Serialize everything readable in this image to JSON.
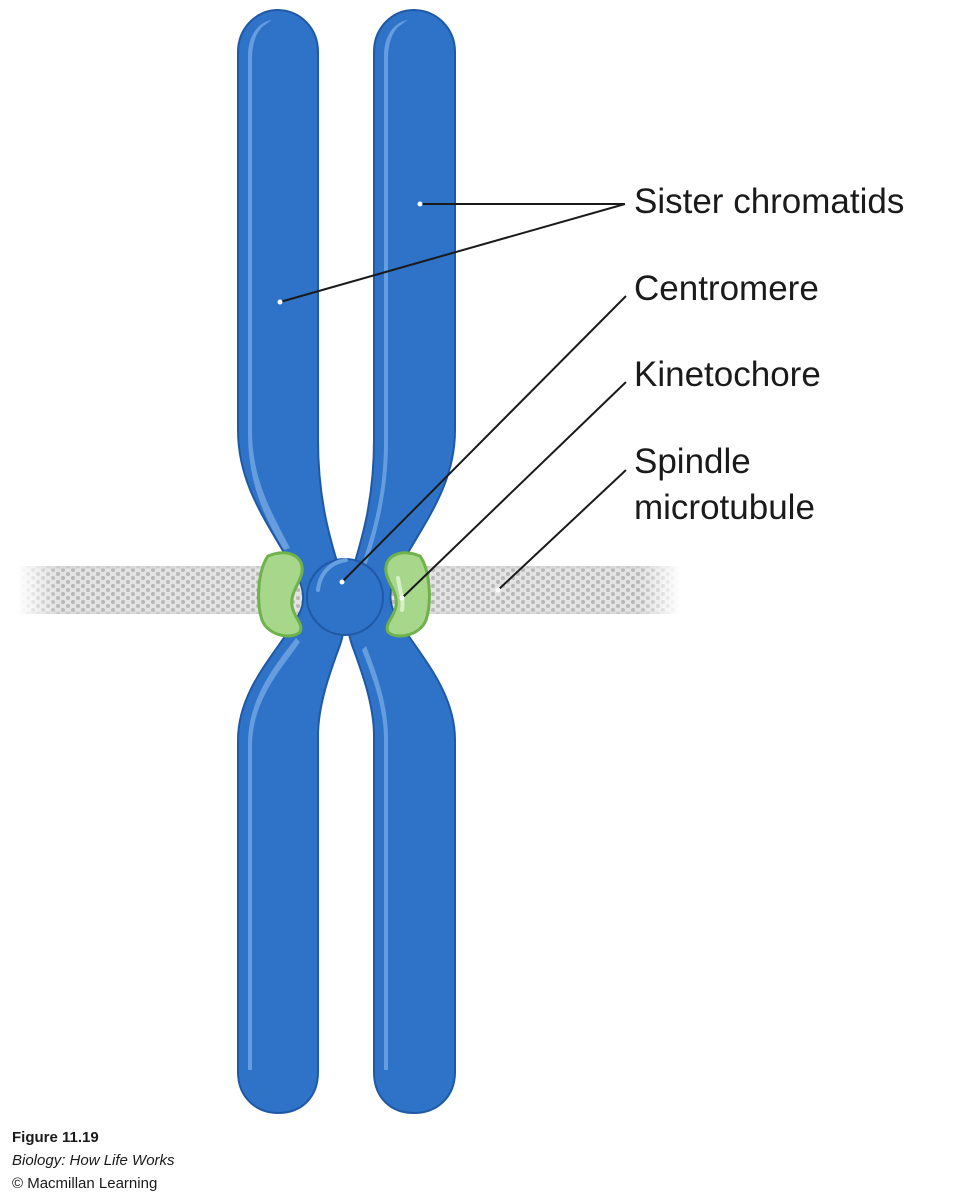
{
  "labels": {
    "sister_chromatids": "Sister chromatids",
    "centromere": "Centromere",
    "kinetochore": "Kinetochore",
    "spindle_microtubule_line1": "Spindle",
    "spindle_microtubule_line2": "microtubule"
  },
  "caption": {
    "figure": "Figure 11.19",
    "book": "Biology: How Life Works",
    "copyright": "© Macmillan Learning"
  },
  "colors": {
    "chromatid": "#2f73c8",
    "chromatid_highlight": "#6ea5e3",
    "chromatid_edge": "#1f59a6",
    "kinetochore": "#a6d78a",
    "kinetochore_edge": "#6fb24b",
    "microtubule": "#c9c9c9",
    "leader_line": "#1a1a1a"
  }
}
